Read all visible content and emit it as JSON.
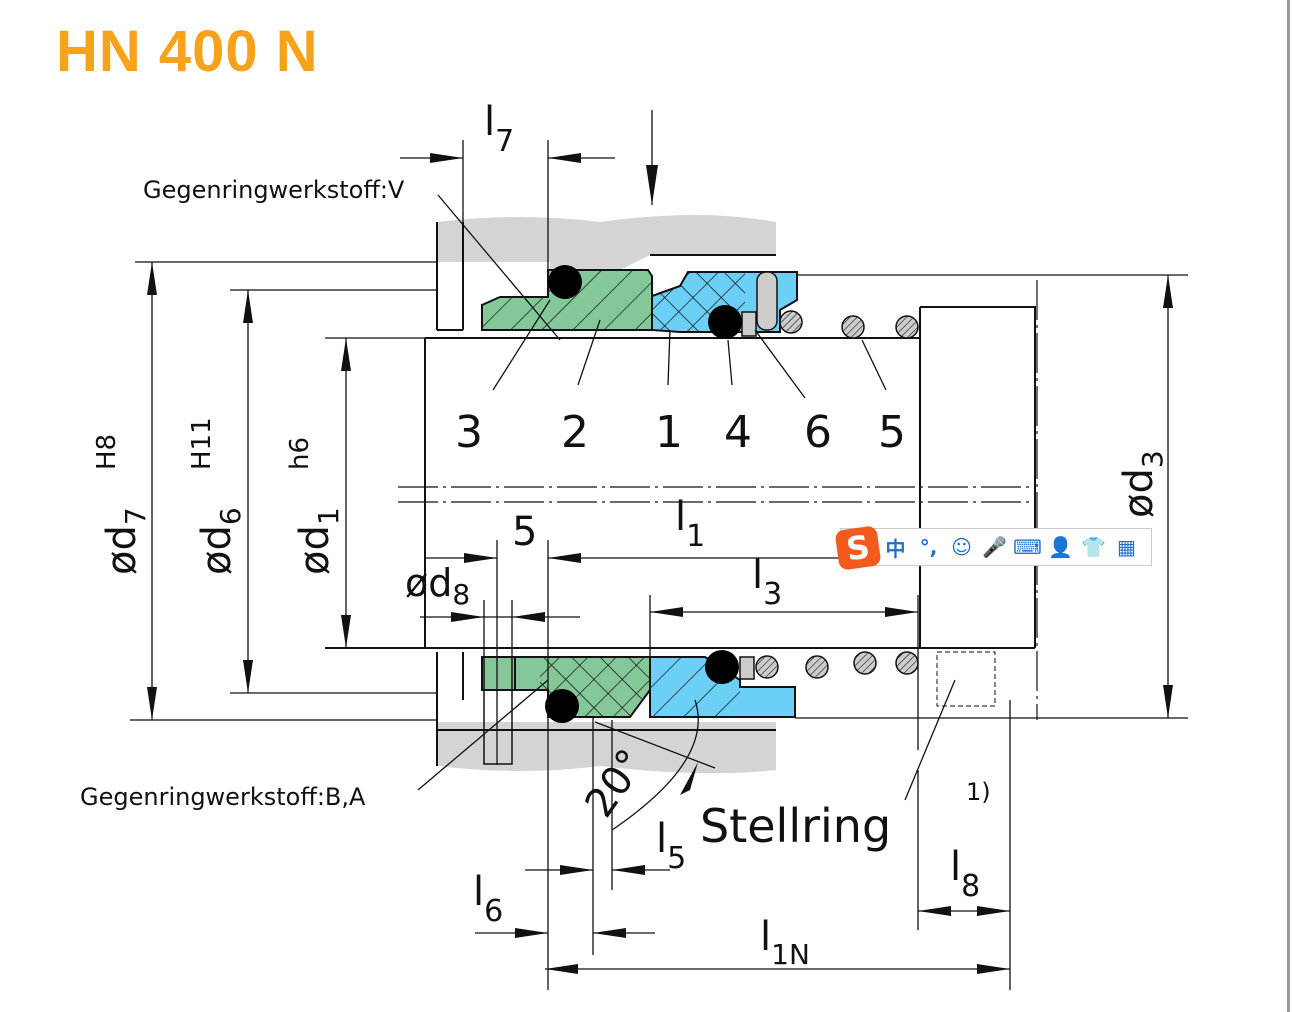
{
  "title": "HN 400 N",
  "labels": {
    "counter_ring_top": "Gegenringwerkstoff:V",
    "counter_ring_bottom": "Gegenringwerkstoff:B,A",
    "stellring": "Stellring",
    "footnote": "1)",
    "angle": "20°"
  },
  "parts": [
    "3",
    "2",
    "1",
    "4",
    "6",
    "5"
  ],
  "dimensions": {
    "d7": {
      "prefix": "ød",
      "sub": "7",
      "tol": "H8"
    },
    "d6": {
      "prefix": "ød",
      "sub": "6",
      "tol": "H11"
    },
    "d1": {
      "prefix": "ød",
      "sub": "1",
      "tol": "h6"
    },
    "d3": {
      "prefix": "ød",
      "sub": "3"
    },
    "d8": {
      "prefix": "ød",
      "sub": "8"
    },
    "l7": {
      "main": "l",
      "sub": "7"
    },
    "l1": {
      "main": "l",
      "sub": "1"
    },
    "l3": {
      "main": "l",
      "sub": "3"
    },
    "l5": {
      "main": "l",
      "sub": "5"
    },
    "l6": {
      "main": "l",
      "sub": "6"
    },
    "l8": {
      "main": "l",
      "sub": "8"
    },
    "l1N": {
      "main": "l",
      "sub": "1N"
    },
    "five": "5"
  },
  "ime_toolbar": {
    "logo": "S",
    "items": [
      {
        "icon": "chinese-mode-icon",
        "glyph": "中"
      },
      {
        "icon": "punctuation-icon",
        "glyph": "°,"
      },
      {
        "icon": "emoji-icon",
        "glyph": "☺"
      },
      {
        "icon": "microphone-icon",
        "glyph": "🎤"
      },
      {
        "icon": "keyboard-icon",
        "glyph": "⌨"
      },
      {
        "icon": "user-lock-icon",
        "glyph": "👤"
      },
      {
        "icon": "skin-shirt-icon",
        "glyph": "👕"
      },
      {
        "icon": "grid-menu-icon",
        "glyph": "▦"
      }
    ]
  },
  "colors": {
    "title": "#f7a21b",
    "seat": "#84c89a",
    "rotor": "#6ccff6",
    "housing": "#d4d4d6"
  }
}
